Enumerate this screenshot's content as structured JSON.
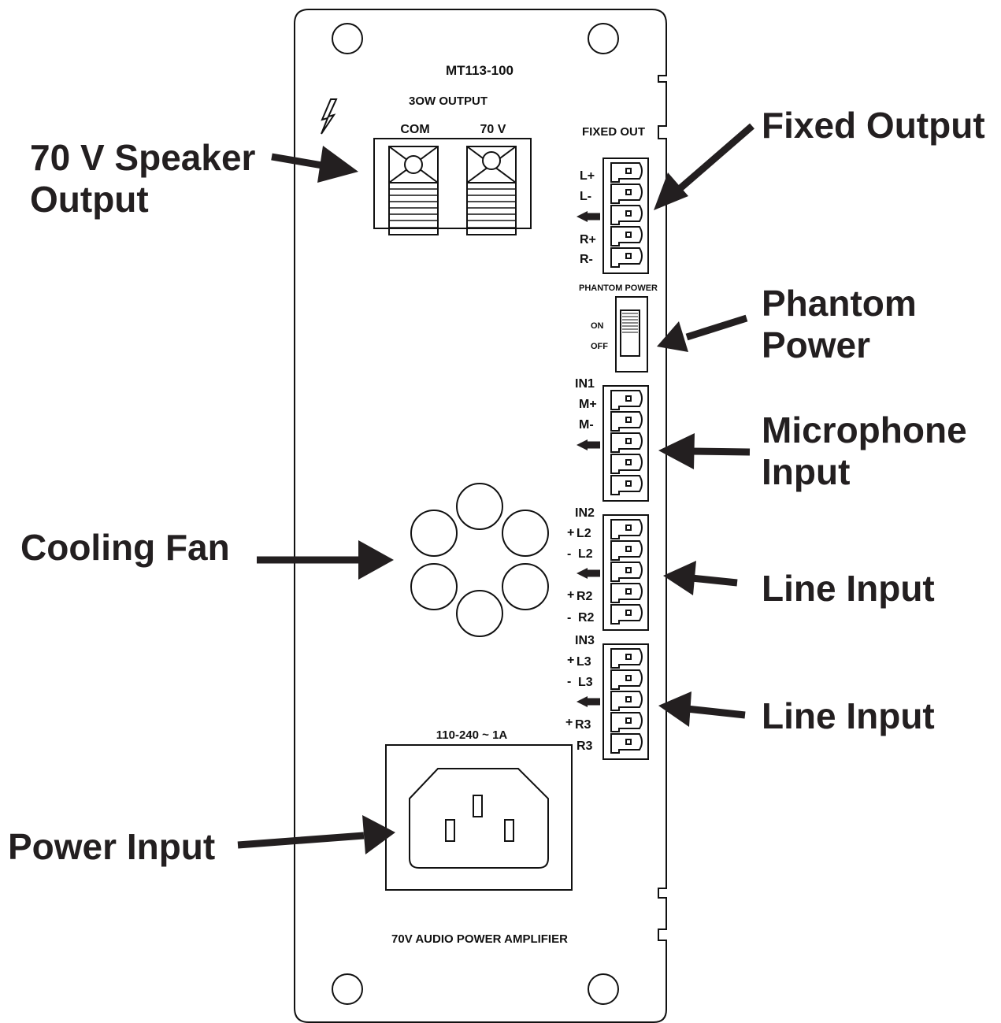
{
  "panel": {
    "model": "MT113-100",
    "output_heading": "3OW OUTPUT",
    "terminal_com": "COM",
    "terminal_70v": "70 V",
    "fixed_out": "FIXED OUT",
    "fixed_pins": [
      "L+",
      "L-",
      "R+",
      "R-"
    ],
    "phantom_power": "PHANTOM POWER",
    "switch_on": "ON",
    "switch_off": "OFF",
    "in1": "IN1",
    "in1_pins": [
      "M+",
      "M-"
    ],
    "in2": "IN2",
    "in2_pins": [
      "L2",
      "L2",
      "R2",
      "R2"
    ],
    "in3": "IN3",
    "in3_pins": [
      "L3",
      "L3",
      "R3",
      "R3"
    ],
    "polarity": [
      "+",
      "-",
      "+",
      "-"
    ],
    "power_rating": "110-240 ~ 1A",
    "footer": "70V AUDIO POWER AMPLIFIER"
  },
  "callouts": {
    "speaker_output_line1": "70 V Speaker",
    "speaker_output_line2": "Output",
    "fixed_output": "Fixed Output",
    "phantom_line1": "Phantom",
    "phantom_line2": "Power",
    "mic_line1": "Microphone",
    "mic_line2": "Input",
    "cooling_fan": "Cooling Fan",
    "line_input_1": "Line Input",
    "line_input_2": "Line Input",
    "power_input": "Power Input"
  },
  "colors": {
    "ink": "#231f20",
    "panel_line": "#111111",
    "background": "#ffffff"
  }
}
